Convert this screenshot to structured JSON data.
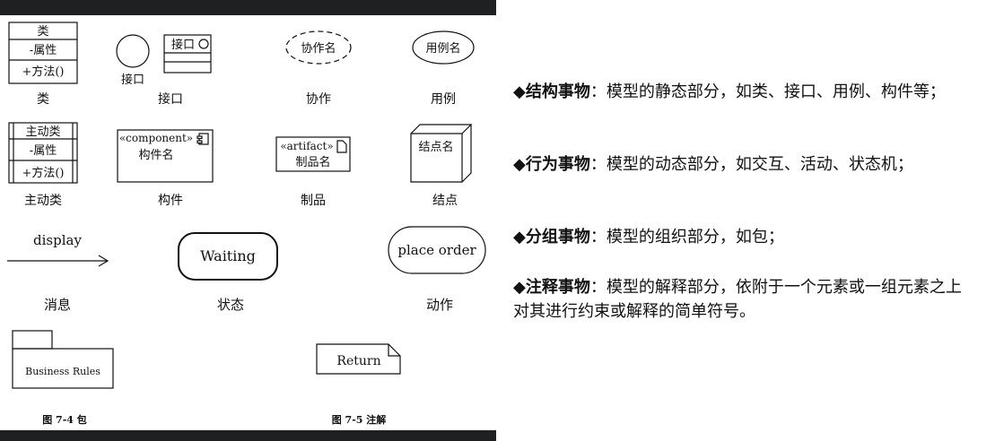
{
  "figure": {
    "class_box": {
      "name": "类",
      "attr": "-属性",
      "method": "+方法()",
      "caption": "类"
    },
    "interface": {
      "circle_label": "接口",
      "box_label": "接口",
      "caption": "接口"
    },
    "collaboration": {
      "label": "协作名",
      "caption": "协作"
    },
    "use_case": {
      "label": "用例名",
      "caption": "用例"
    },
    "active_class": {
      "name": "主动类",
      "attr": "-属性",
      "method": "+方法()",
      "caption": "主动类"
    },
    "component": {
      "stereotype": "«component»",
      "name": "构件名",
      "caption": "构件"
    },
    "artifact": {
      "stereotype": "«artifact»",
      "name": "制品名",
      "caption": "制品"
    },
    "node": {
      "name": "结点名",
      "caption": "结点"
    },
    "message": {
      "label": "display",
      "caption": "消息"
    },
    "state": {
      "label": "Waiting",
      "caption": "状态"
    },
    "action": {
      "label": "place order",
      "caption": "动作"
    },
    "package": {
      "label": "Business Rules",
      "caption": "图 7-4 包"
    },
    "note": {
      "label": "Return",
      "caption": "图 7-5 注解"
    }
  },
  "panel": {
    "items": [
      {
        "term": "结构事物",
        "desc": "：模型的静态部分，如类、接口、用例、构件等；"
      },
      {
        "term": "行为事物",
        "desc": "：模型的动态部分，如交互、活动、状态机；"
      },
      {
        "term": "分组事物",
        "desc": "：模型的组织部分，如包；"
      },
      {
        "term": "注释事物",
        "desc": "：模型的解释部分，依附于一个元素或一组元素之上对其进行约束或解释的简单符号。"
      }
    ],
    "bullet_glyph": "◆"
  }
}
